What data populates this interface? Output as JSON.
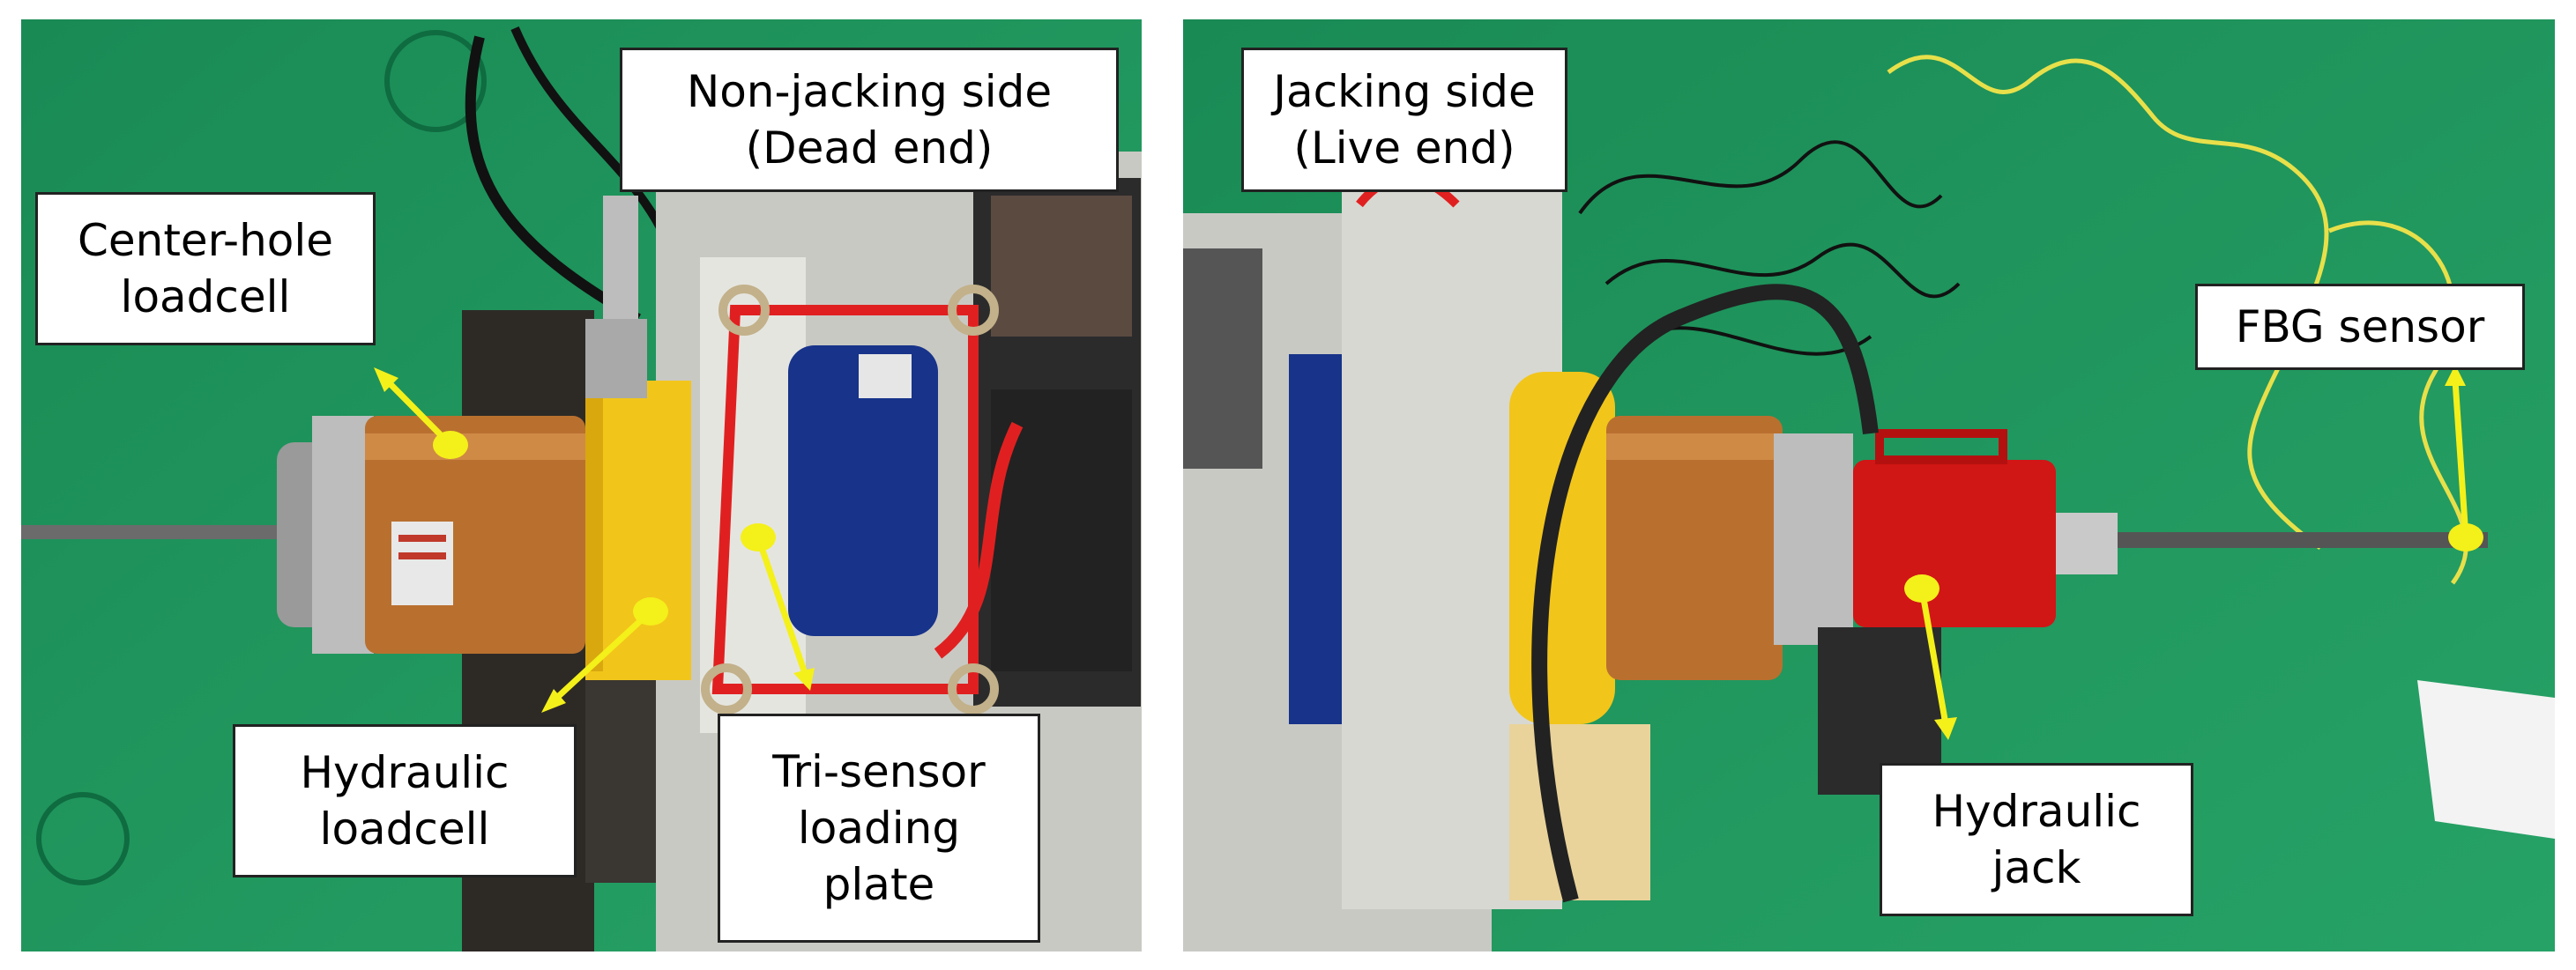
{
  "left_panel": {
    "labels": {
      "non_jacking": {
        "line1": "Non-jacking side",
        "line2": "(Dead end)"
      },
      "center_hole": {
        "line1": "Center-hole",
        "line2": "loadcell"
      },
      "hydraulic_loadcell": {
        "line1": "Hydraulic",
        "line2": "loadcell"
      },
      "tri_sensor": {
        "line1": "Tri-sensor",
        "line2": "loading",
        "line3": "plate"
      }
    }
  },
  "right_panel": {
    "labels": {
      "jacking": {
        "line1": "Jacking side",
        "line2": "(Live end)"
      },
      "fbg": {
        "line1": "FBG sensor"
      },
      "hydraulic_jack": {
        "line1": "Hydraulic",
        "line2": "jack"
      }
    }
  },
  "colors": {
    "floor_green": "#1f9a5f",
    "pointer_yellow": "#f4f01a",
    "loadcell_bronze": "#b9702f",
    "hydraulic_yellow": "#f2c51a",
    "plate_blue": "#17338a",
    "jack_red": "#d11616",
    "frame_gray": "#c9c9c4"
  }
}
